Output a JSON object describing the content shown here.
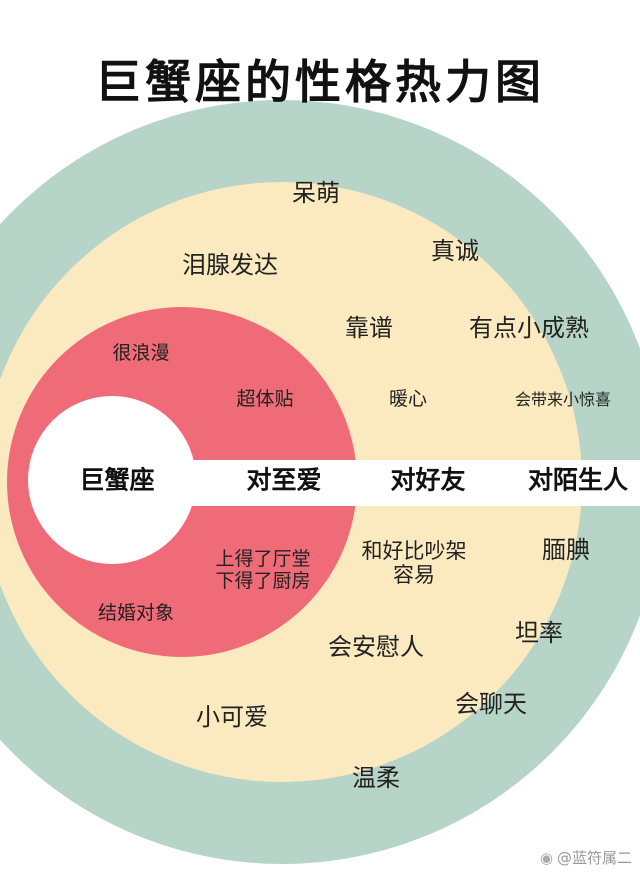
{
  "title": "巨蟹座的性格热力图",
  "colors": {
    "outer_ring": "#b7d4c9",
    "middle_ring": "#fbeac0",
    "inner_ring": "#ef6b78",
    "center": "#ffffff",
    "band": "#ffffff"
  },
  "center_label": "巨蟹座",
  "band_labels": {
    "inner": "对至爱",
    "middle": "对好友",
    "outer": "对陌生人"
  },
  "inner_traits": [
    "很浪漫",
    "超体贴",
    "上得了厅堂\n下得了厨房",
    "结婚对象"
  ],
  "middle_traits": [
    "泪腺发达",
    "靠谱",
    "暖心",
    "和好比吵架\n容易",
    "会安慰人",
    "小可爱"
  ],
  "outer_traits": [
    "呆萌",
    "真诚",
    "有点小成熟",
    "会带来小惊喜",
    "腼腆",
    "坦率",
    "会聊天",
    "温柔"
  ],
  "watermark": "@蓝符属二"
}
